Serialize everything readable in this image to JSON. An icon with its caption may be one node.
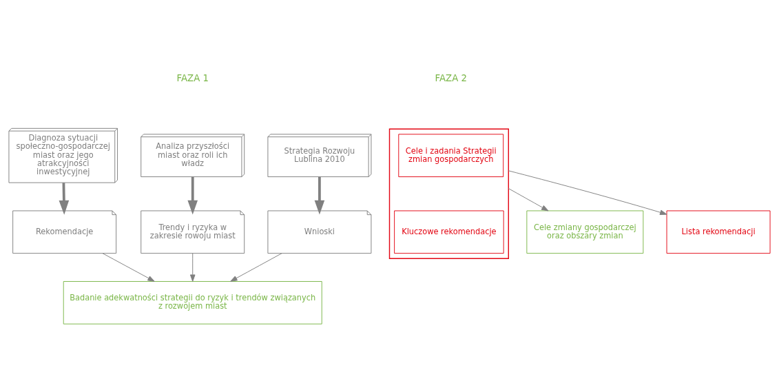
{
  "diagram": {
    "nodes": [
      {
        "text": [
          "Diagnoza sytuacji społeczno-gospodarczej miast oraz jego atrakcyjności inwestycyjnej"
        ]
      },
      {
        "text": [
          "Analiza przyszłości miast oraz roli ich władz"
        ]
      },
      {
        "text": [
          "Strategia Rozwoju Lublina 2010"
        ]
      },
      {
        "text": [
          "Rekomendacje"
        ]
      },
      {
        "text": [
          "Trendy i ryzyka w zakresie rowoju miast"
        ]
      },
      {
        "text": [
          "Wnioski"
        ]
      },
      {
        "text": [
          "Badanie adekwatności strategii do ryzyk i trendów związanych z rozwojem miast"
        ]
      },
      {
        "text": [],
        "shape": "box"
      },
      {
        "text": [
          "Cele i zadania Strategii zmian gospodarczych"
        ],
        "in": 7
      },
      {
        "text": [
          "Kluczowe rekomendacje"
        ],
        "in": 7
      },
      {
        "text": [
          "Cele zmiany gospodarczej oraz obszary zmian"
        ]
      },
      {
        "text": [
          "Lista rekomendacji"
        ]
      }
    ],
    "edges": [
      {
        "from": 0,
        "to": 3,
        "arrow": "to",
        "style": "thick"
      },
      {
        "from": 1,
        "to": 4,
        "arrow": "to",
        "style": "thick"
      },
      {
        "from": 2,
        "to": 5,
        "arrow": "to",
        "style": "thick"
      },
      {
        "from": 3,
        "to": 6,
        "arrow": "to"
      },
      {
        "from": 4,
        "to": 6,
        "arrow": "to"
      },
      {
        "from": 5,
        "to": 6,
        "arrow": "to"
      },
      {
        "from": 7,
        "to": 10,
        "arrow": "to"
      },
      {
        "from": 7,
        "to": 11,
        "arrow": "to"
      }
    ],
    "labels": [
      "FAZA 1",
      "FAZA 2"
    ]
  }
}
